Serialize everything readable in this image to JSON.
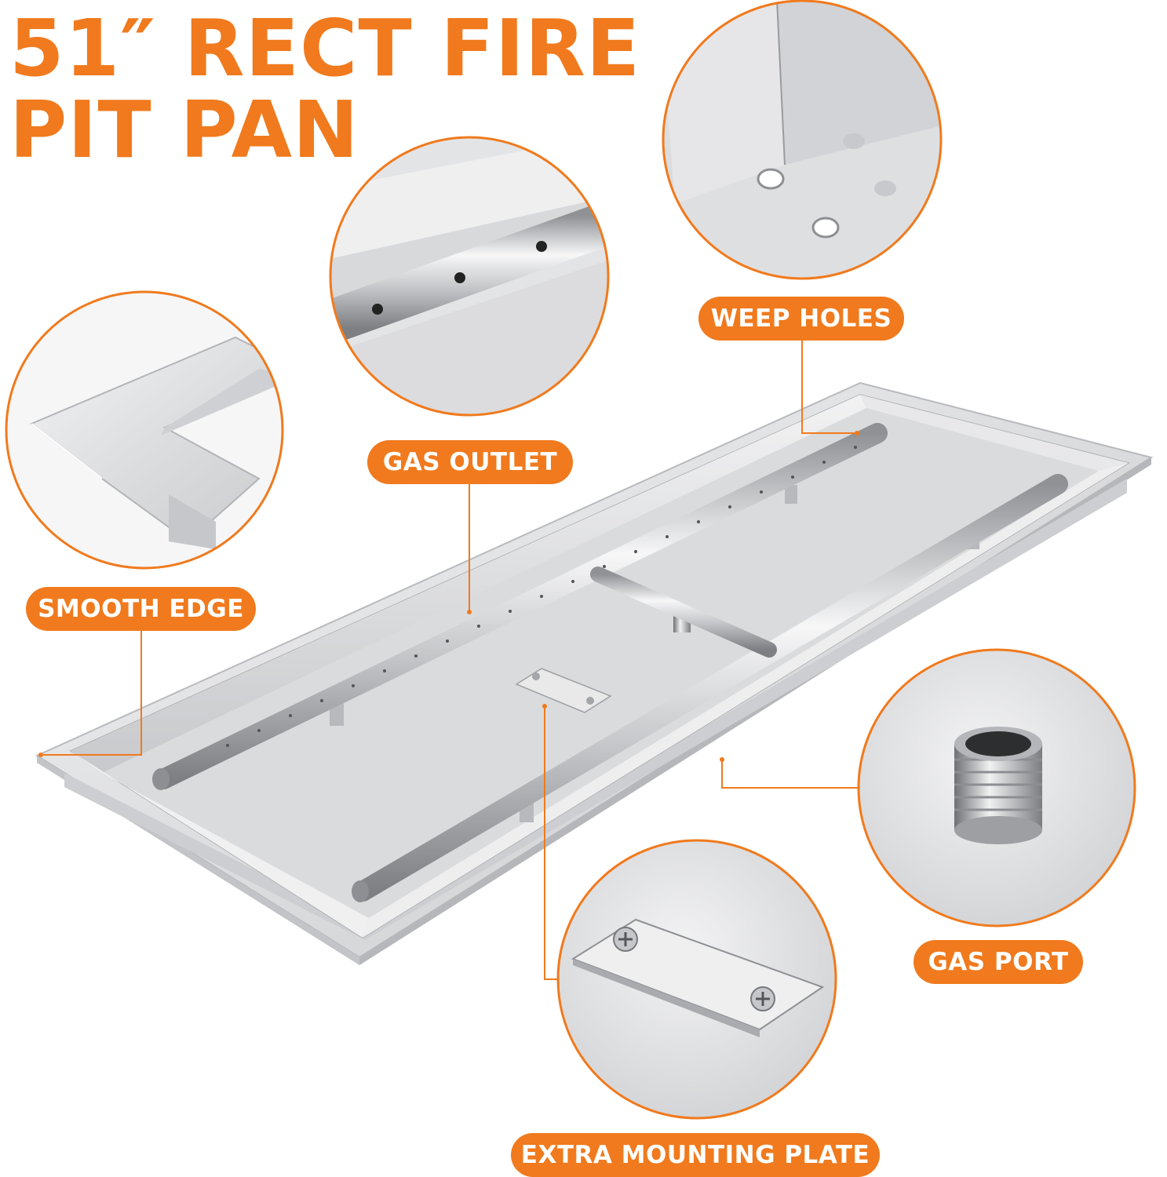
{
  "title": {
    "line1": "51″ RECT FIRE",
    "line2": "PIT PAN"
  },
  "callouts": {
    "weep_holes": "WEEP HOLES",
    "gas_outlet": "GAS OUTLET",
    "smooth_edge": "SMOOTH EDGE",
    "gas_port": "GAS PORT",
    "extra_mounting_plate": "EXTRA MOUNTING PLATE"
  },
  "colors": {
    "accent": "#f07a1d",
    "steel": "#d6d7d9",
    "background": "#ffffff"
  }
}
